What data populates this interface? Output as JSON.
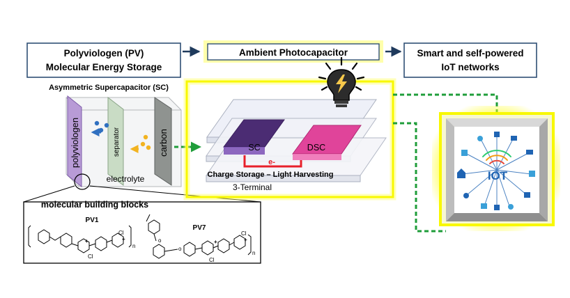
{
  "header": {
    "left_box_line1": "Polyviologen (PV)",
    "left_box_line2": "Molecular Energy Storage",
    "center_box": "Ambient Photocapacitor",
    "right_box_line1": "Smart and self-powered",
    "right_box_line2": "IoT networks"
  },
  "supercapacitor": {
    "title": "Asymmetric Supercapacitor (SC)",
    "electrode_left": "polyviologen",
    "separator": "separator",
    "electrode_right": "carbon",
    "electrolyte": "electrolyte"
  },
  "photocapacitor": {
    "sc_label": "SC",
    "dsc_label": "DSC",
    "electron_label": "e-",
    "caption": "Charge Storage – Light Harvesting",
    "terminal_label": "3-Terminal"
  },
  "molecules": {
    "title": "molecular building blocks",
    "pv1": "PV1",
    "pv7": "PV7",
    "counter_ion": "Cl",
    "charge": "+",
    "subscript": "n"
  },
  "iot": {
    "label": "IOT"
  },
  "colors": {
    "header_border": "#2f4f74",
    "arrow": "#1f3a5c",
    "highlight_yellow": "#ffff33",
    "dashed_green": "#1f9d3a",
    "polyviologen": "#b89bd6",
    "separator": "#c9dcc5",
    "carbon": "#8f9390",
    "sc_film": "#4b2c73",
    "dsc_film": "#e0449a",
    "wire_red": "#e8202a",
    "dot_blue": "#3070c0",
    "dot_yellow": "#f2b320",
    "iot_blue": "#1f64b3"
  }
}
